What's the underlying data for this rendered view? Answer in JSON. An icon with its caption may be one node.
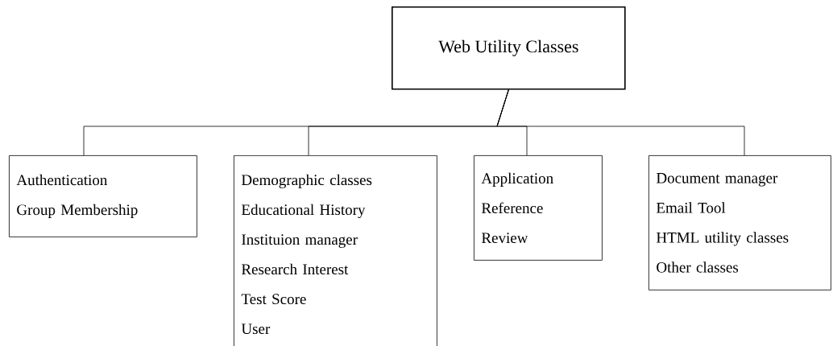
{
  "diagram": {
    "nodes": [
      {
        "text": [
          "Web Utility Classes"
        ]
      },
      {
        "text": [
          "Authentication",
          "Group Membership"
        ]
      },
      {
        "text": [
          "Demographic classes",
          "Educational History",
          "Instituion manager",
          "Research Interest",
          "Test Score",
          "User"
        ]
      },
      {
        "text": [
          "Application",
          "Reference",
          "Review"
        ]
      },
      {
        "text": [
          "Document manager",
          "Email Tool",
          "HTML utility classes",
          "Other classes"
        ]
      }
    ],
    "edges": [
      {
        "from": 0,
        "to": 1,
        "arrow": "none"
      },
      {
        "from": 0,
        "to": 2,
        "arrow": "none"
      },
      {
        "from": 0,
        "to": 3,
        "arrow": "none"
      },
      {
        "from": 0,
        "to": 4,
        "arrow": "none"
      }
    ]
  }
}
